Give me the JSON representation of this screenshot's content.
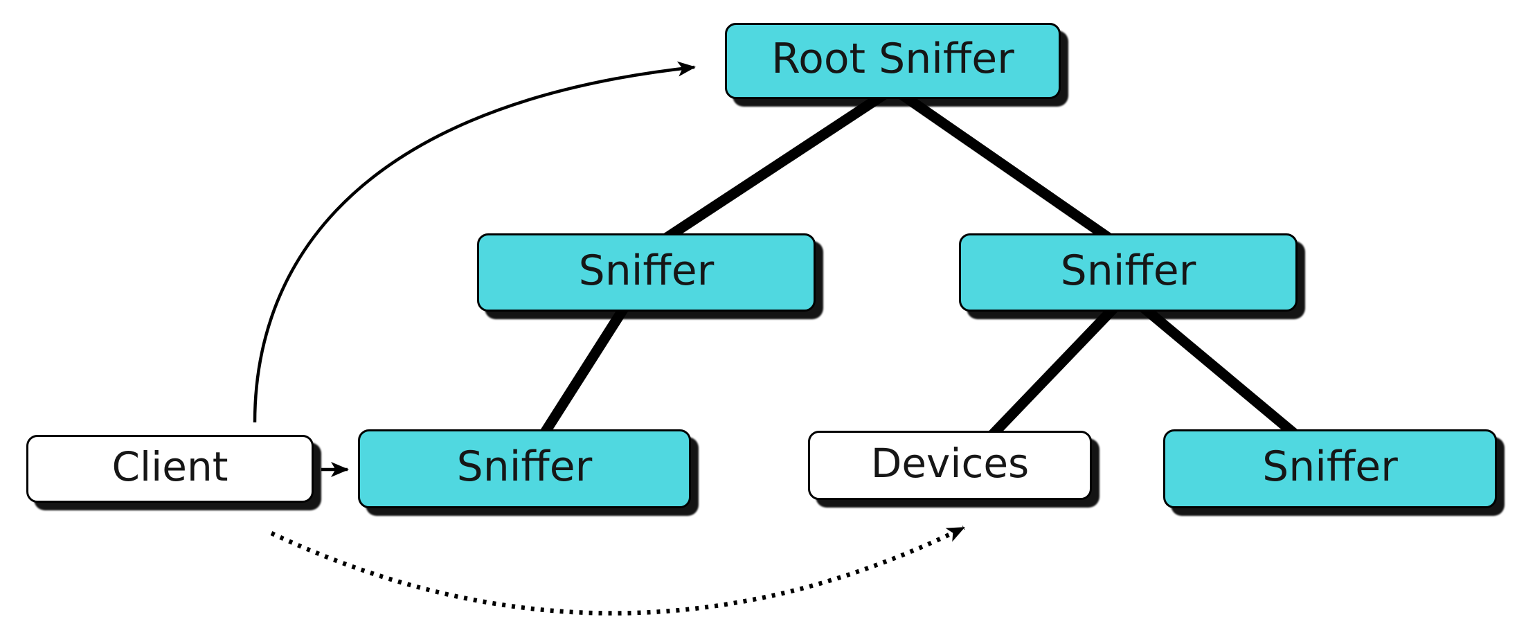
{
  "diagram": {
    "background": "#ffffff",
    "nodes": {
      "root_sniffer": {
        "label": "Root Sniffer",
        "fill": "#50D8E0"
      },
      "sniffer_mid_left": {
        "label": "Sniffer",
        "fill": "#50D8E0"
      },
      "sniffer_mid_right": {
        "label": "Sniffer",
        "fill": "#50D8E0"
      },
      "client": {
        "label": "Client",
        "fill": "#FFFFFF"
      },
      "sniffer_bottom_left": {
        "label": "Sniffer",
        "fill": "#50D8E0"
      },
      "devices": {
        "label": "Devices",
        "fill": "#FFFFFF"
      },
      "sniffer_bottom_right": {
        "label": "Sniffer",
        "fill": "#50D8E0"
      }
    },
    "edges": {
      "tree": [
        {
          "from": "root_sniffer",
          "to": "sniffer_mid_left",
          "style": "thick-solid"
        },
        {
          "from": "root_sniffer",
          "to": "sniffer_mid_right",
          "style": "thick-solid"
        },
        {
          "from": "sniffer_mid_left",
          "to": "sniffer_bottom_left",
          "style": "thick-solid"
        },
        {
          "from": "sniffer_mid_right",
          "to": "devices",
          "style": "thick-solid"
        },
        {
          "from": "sniffer_mid_right",
          "to": "sniffer_bottom_right",
          "style": "thick-solid"
        }
      ],
      "arrows": [
        {
          "from": "client",
          "to": "root_sniffer",
          "style": "thin-solid-curved",
          "arrowhead": true
        },
        {
          "from": "client",
          "to": "sniffer_bottom_left",
          "style": "thin-solid-straight",
          "arrowhead": true
        },
        {
          "from": "client",
          "to": "devices",
          "style": "thin-dotted-curved",
          "arrowhead": true
        }
      ]
    },
    "colors": {
      "node_fill_cyan": "#50D8E0",
      "node_fill_white": "#FFFFFF",
      "line": "#000000",
      "text": "#161616"
    }
  }
}
